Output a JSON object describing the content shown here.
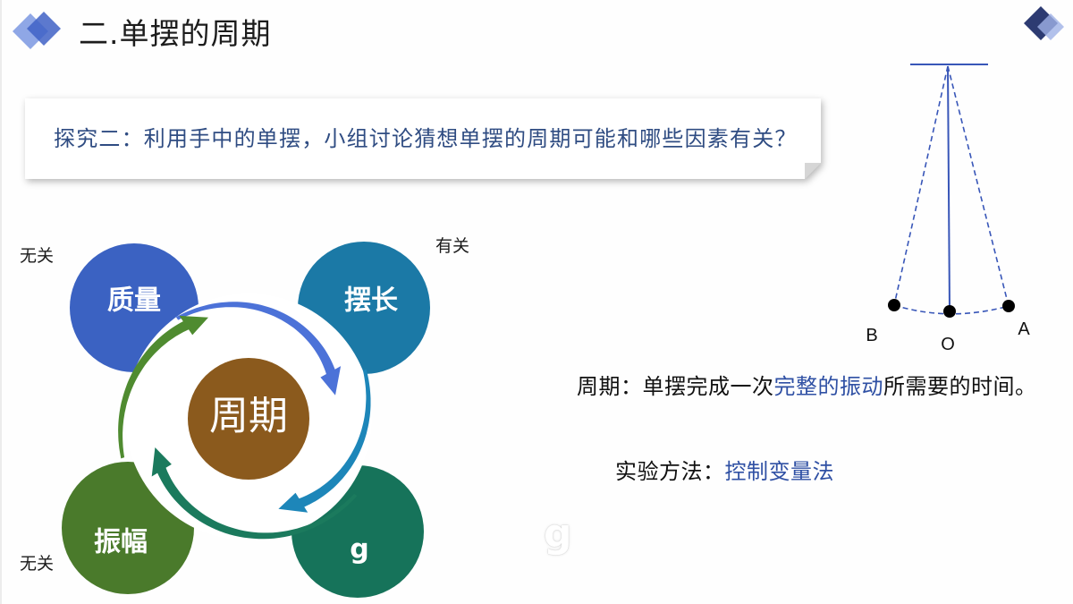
{
  "slide": {
    "title": "二.单摆的周期"
  },
  "icons": {
    "title_logo": "diamond-logo-icon",
    "corner": "diamond-corner-icon"
  },
  "callout": {
    "text": "探究二：利用手中的单摆，小组讨论猜想单摆的周期可能和哪些因素有关？",
    "color": "#2f4c82"
  },
  "cycle": {
    "center": {
      "label": "周期",
      "color": "#8b5a1d"
    },
    "factors": [
      {
        "label": "质量",
        "color": "#3b62c2",
        "relation": "无关"
      },
      {
        "label": "摆长",
        "color": "#1b79a6",
        "relation": "有关"
      },
      {
        "label": "g",
        "color": "#16735a"
      },
      {
        "label": "振幅",
        "color": "#4a7a2b",
        "relation": "无关"
      }
    ],
    "arrow_colors": [
      "#4c72d8",
      "#1d86b9",
      "#1b7a5d",
      "#4f8b30"
    ]
  },
  "pendulum": {
    "points": {
      "left": "B",
      "bottom": "O",
      "right": "A"
    },
    "line_color": "#3856b8",
    "dot_color": "#000000"
  },
  "definition": {
    "term": "周期：",
    "before": "单摆完成一次",
    "highlight": "完整的振动",
    "after": "所需要的时间。"
  },
  "method": {
    "label": "实验方法：",
    "value": "控制变量法"
  },
  "faint_letter": "g",
  "colors": {
    "highlight": "#2f50a4",
    "text": "#111111"
  }
}
